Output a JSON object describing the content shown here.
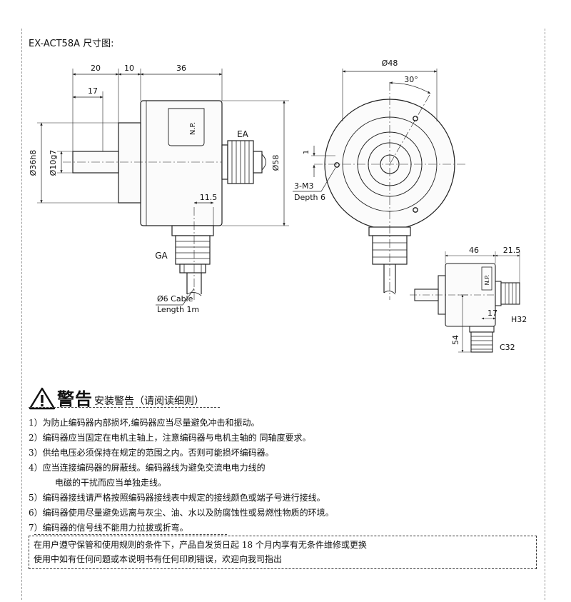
{
  "title": "EX-ACT58A 尺寸图:",
  "drawing": {
    "dims_left": [
      "20",
      "10",
      "36",
      "17",
      "Ø36h8",
      "Ø10g7",
      "Ø58",
      "11.5"
    ],
    "connectors": [
      "EA",
      "GA"
    ],
    "cable": [
      "Ø6 Cable",
      "Length 1m"
    ],
    "front": [
      "Ø48",
      "30°",
      "1",
      "3-M3",
      "Depth 6"
    ],
    "np_label": "N.P.",
    "small": [
      "46",
      "21.5",
      "17",
      "54",
      "H32",
      "C32"
    ]
  },
  "warning": {
    "big": "警告",
    "sub": "安装警告（请阅读细则）",
    "items": [
      "1）为防止编码器内部损坏,编码器应当尽量避免冲击和振动。",
      "2）编码器应当固定在电机主轴上，注意编码器与电机主轴的  同轴度要求。",
      "3）供给电压必须保持在规定的范围之内。否则可能损坏编码器。",
      "4）应当连接编码器的屏蔽线。编码器线为避免交流电电力线的",
      "电磁的干扰而应当单独走线。",
      "5）编码器接线请严格按照编码器接线表中规定的接线颜色或端子号进行接线。",
      "6）编码器使用尽量避免远离与灰尘、油、水以及防腐蚀性或易燃性物质的环境。",
      "7）编码器的信号线不能用力拉拔或折弯。"
    ]
  },
  "warranty": [
    "在用户遵守保管和使用规则的条件下，产品自发货日起 18 个月内享有无条件维修或更换",
    "使用中如有任何问题或本说明书有任何印刷错误，欢迎向我司指出"
  ]
}
